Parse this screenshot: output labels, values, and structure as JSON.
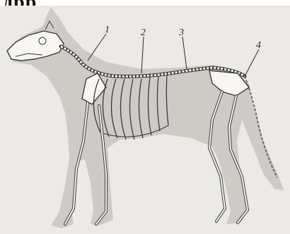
{
  "header_fragment": "дрр",
  "figure": {
    "subject": "dog-skeleton-illustration",
    "markers": [
      {
        "label": "1",
        "points_to": "cervical-vertebrae"
      },
      {
        "label": "2",
        "points_to": "thoracic-vertebrae"
      },
      {
        "label": "3",
        "points_to": "lumbar-vertebrae"
      },
      {
        "label": "4",
        "points_to": "sacral-caudal-vertebrae"
      }
    ]
  },
  "colors": {
    "background": "#eceae6",
    "body_shadow": "#c9c6c0",
    "bone": "#f7f6f2",
    "line": "#3a3a3a"
  }
}
